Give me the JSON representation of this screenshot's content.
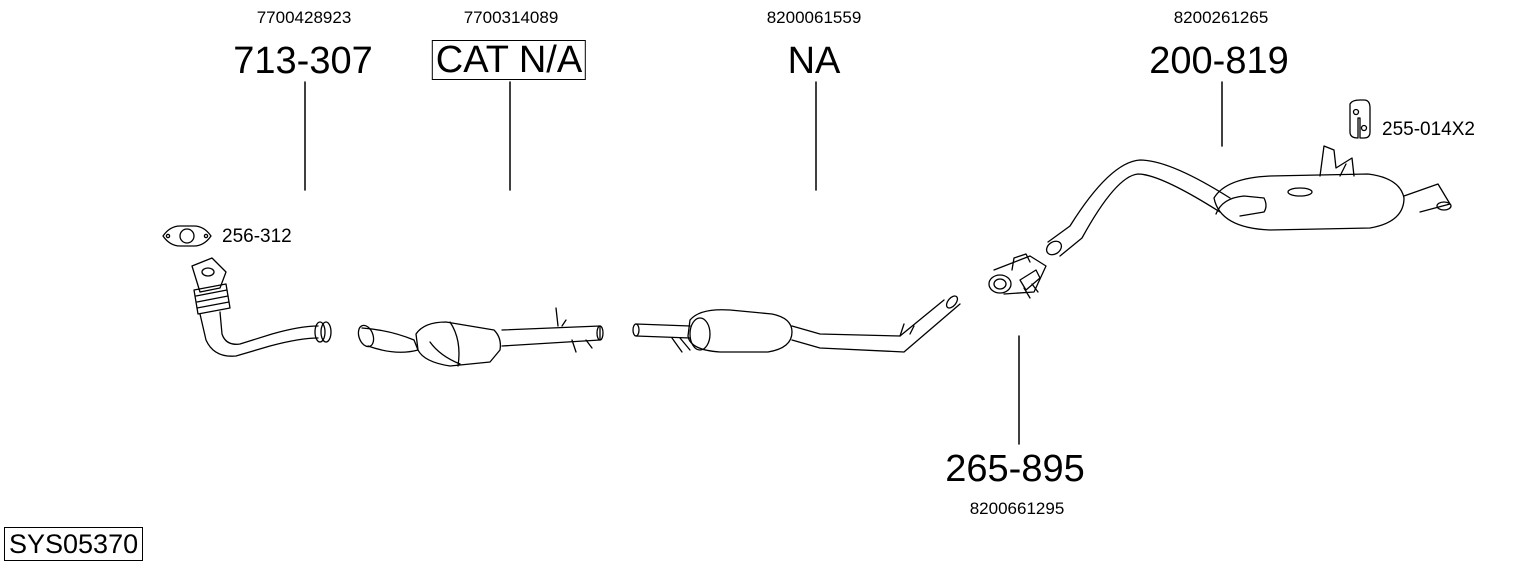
{
  "parts": [
    {
      "id": "front-pipe",
      "oem": "7700428923",
      "ref": "713-307",
      "boxed": false
    },
    {
      "id": "catalyst",
      "oem": "7700314089",
      "ref": "CAT N/A",
      "boxed": true
    },
    {
      "id": "middle-silencer",
      "oem": "8200061559",
      "ref": "NA",
      "boxed": false
    },
    {
      "id": "rear-silencer",
      "oem": "8200261265",
      "ref": "200-819",
      "boxed": false
    },
    {
      "id": "clamp",
      "oem": "8200661295",
      "ref": "265-895",
      "boxed": false
    }
  ],
  "accessories": {
    "gasket": "256-312",
    "rubber_mount": "255-014X2"
  },
  "system_code": "SYS05370"
}
